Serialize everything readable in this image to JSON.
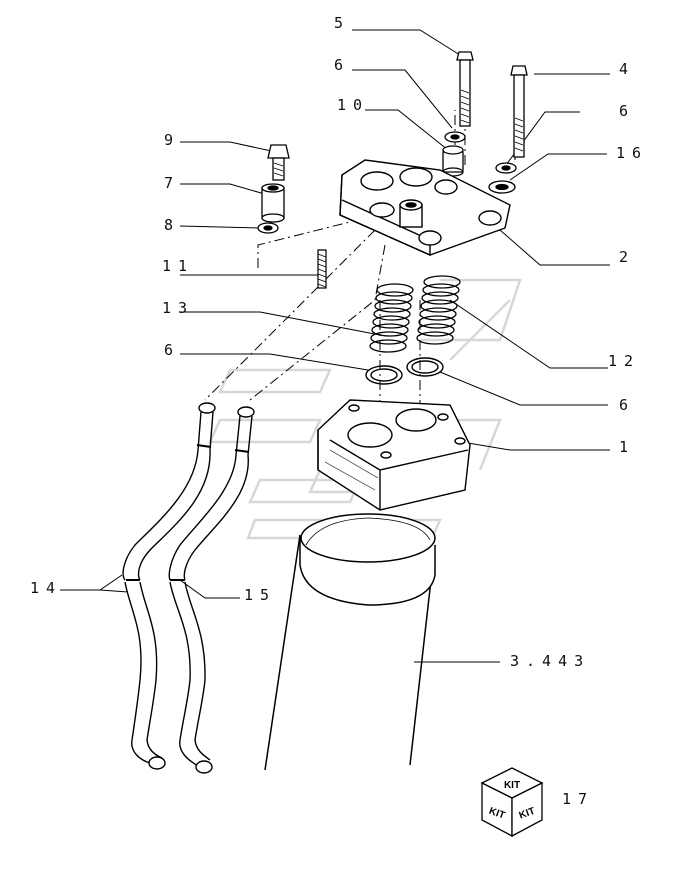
{
  "callouts": {
    "c1": "1",
    "c2": "2",
    "c3443": "3.443",
    "c4": "4",
    "c5": "5",
    "c6a": "6",
    "c6b": "6",
    "c6c": "6",
    "c6d": "6",
    "c7": "7",
    "c8": "8",
    "c9": "9",
    "c10": "10",
    "c11": "11",
    "c12": "12",
    "c13": "13",
    "c14": "14",
    "c15": "15",
    "c16": "16",
    "c17": "17"
  },
  "kit_icon": {
    "top": "KIT",
    "left": "KIT",
    "right": "KIT"
  },
  "colors": {
    "line": "#000000",
    "watermark": "#d9d9d9",
    "paper": "#ffffff"
  }
}
